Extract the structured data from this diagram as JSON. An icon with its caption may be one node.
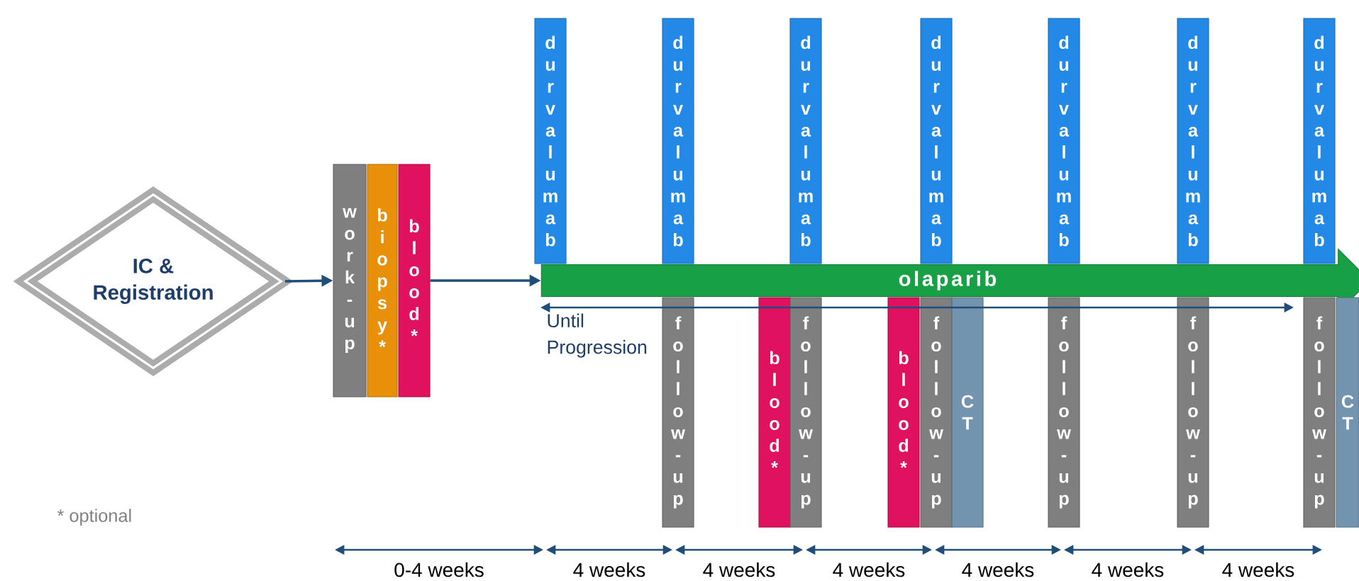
{
  "diagram": {
    "nodes": [
      {
        "text": [
          "IC & Registration"
        ]
      },
      {
        "text": [
          "work-up"
        ]
      },
      {
        "text": [
          "biopsy*"
        ]
      },
      {
        "text": [
          "blood*"
        ]
      },
      {
        "text": [
          "durvalumab"
        ]
      },
      {
        "text": [
          "durvalumab"
        ]
      },
      {
        "text": [
          "durvalumab"
        ]
      },
      {
        "text": [
          "durvalumab"
        ]
      },
      {
        "text": [
          "durvalumab"
        ]
      },
      {
        "text": [
          "durvalumab"
        ]
      },
      {
        "text": [
          "durvalumab"
        ]
      },
      {
        "text": [
          "olaparib"
        ]
      },
      {
        "text": [
          "follow-up"
        ]
      },
      {
        "text": [
          "blood*"
        ]
      },
      {
        "text": [
          "follow-up"
        ]
      },
      {
        "text": [
          "blood*"
        ]
      },
      {
        "text": [
          "follow-up"
        ]
      },
      {
        "text": [
          "CT"
        ]
      },
      {
        "text": [
          "follow-up"
        ]
      },
      {
        "text": [
          "follow-up"
        ]
      },
      {
        "text": [
          "follow-up"
        ]
      },
      {
        "text": [
          "CT"
        ]
      }
    ],
    "edges": [
      {
        "from": 0,
        "to": 1,
        "arrow": "to"
      },
      {
        "from": 3,
        "to": 11,
        "arrow": "to"
      }
    ],
    "labels": [
      "Until Progression",
      "* optional",
      "0-4 weeks",
      "4 weeks",
      "4 weeks",
      "4 weeks",
      "4 weeks",
      "4 weeks",
      "4 weeks"
    ]
  }
}
